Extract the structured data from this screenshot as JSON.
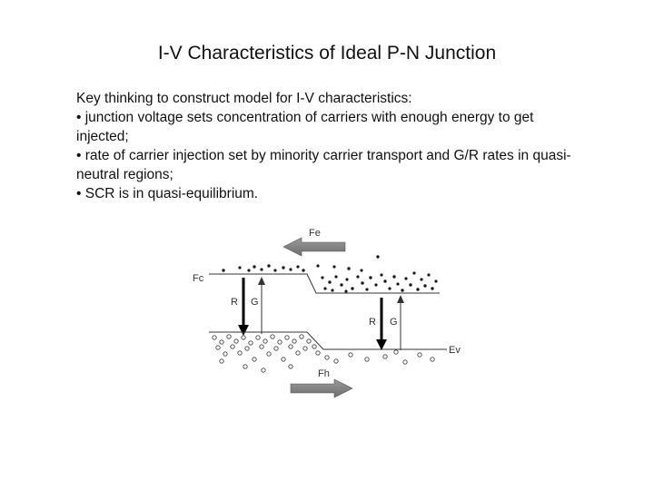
{
  "slide": {
    "title": "I-V Characteristics of Ideal P-N Junction",
    "intro": "Key thinking to construct model for I-V characteristics:",
    "bullets": [
      "• junction voltage sets concentration of carriers with enough energy to get injected;",
      "• rate of carrier injection set by minority carrier transport and G/R rates in quasi-neutral regions;",
      "• SCR is in quasi-equilibrium."
    ]
  },
  "figure": {
    "labels": {
      "Fe": "Fe",
      "Fc": "Fc",
      "Fh": "Fh",
      "Ev": "Ev",
      "R_left": "R",
      "G_left": "G",
      "R_right": "R",
      "G_right": "G"
    }
  }
}
